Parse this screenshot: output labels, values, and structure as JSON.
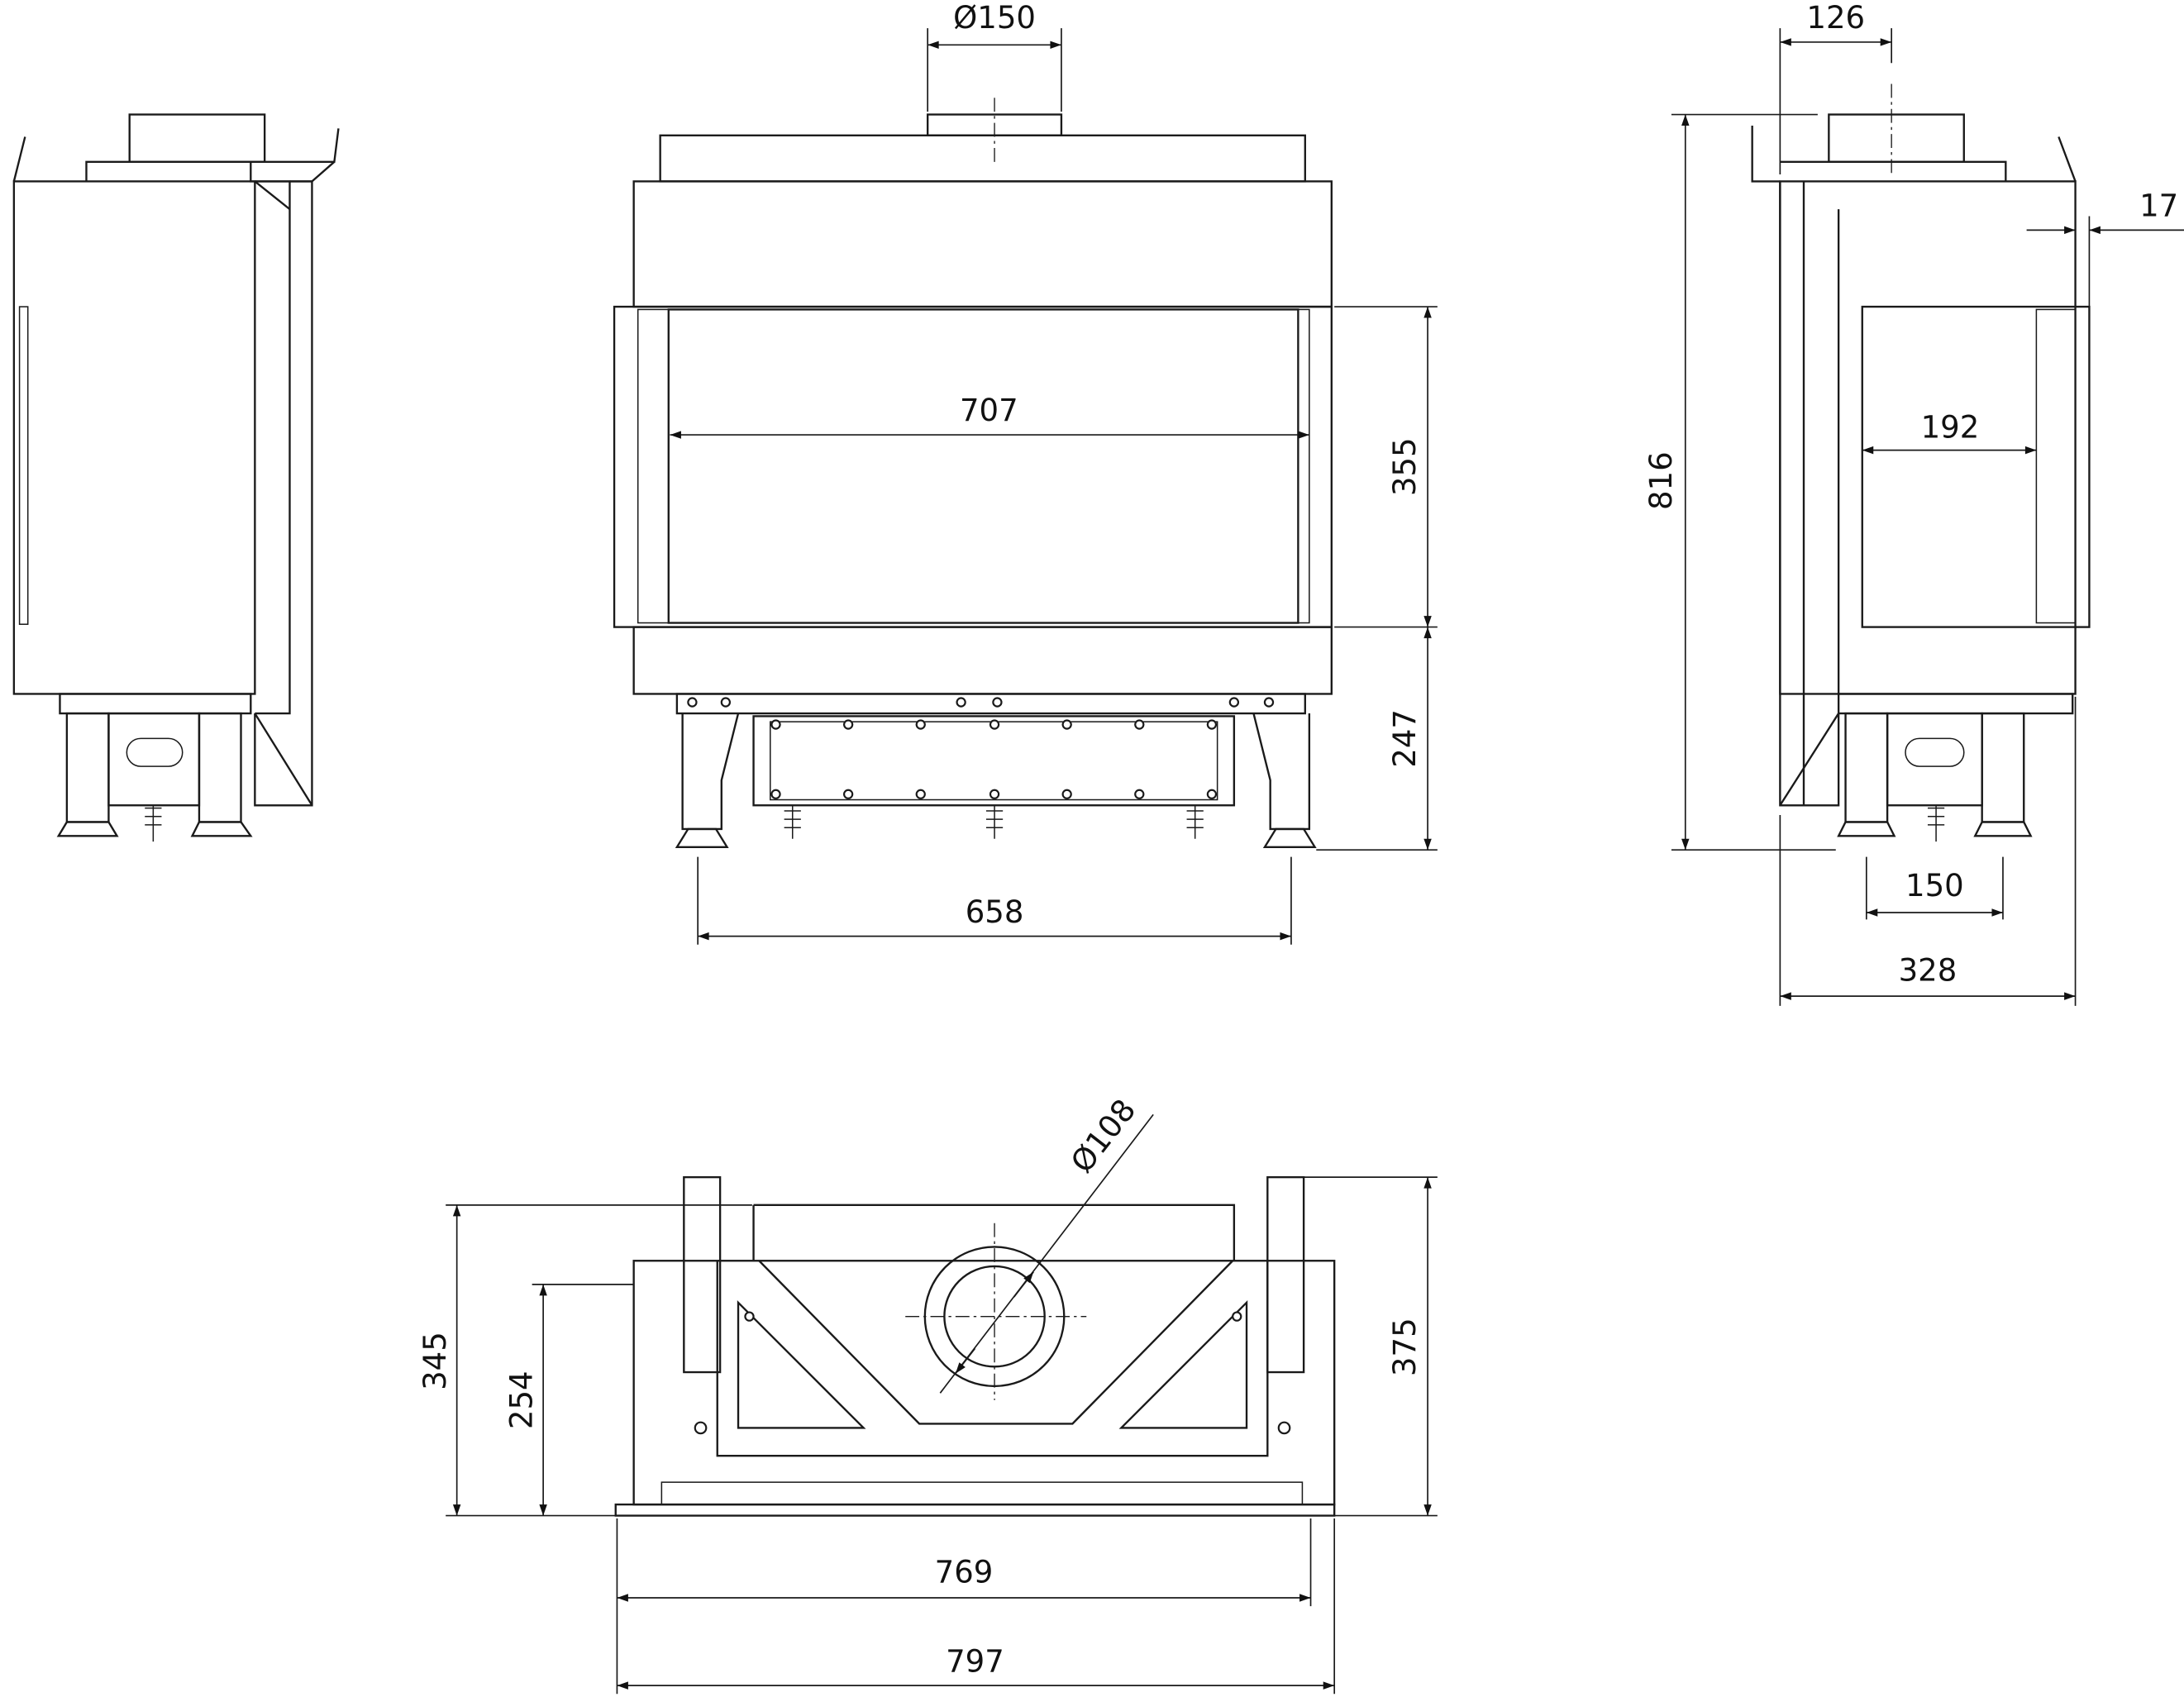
{
  "drawing": {
    "front_view": {
      "flue_diameter": "Ø150",
      "glass_width": "707",
      "glass_height": "355",
      "base_height": "247",
      "leg_span": "658"
    },
    "side_view": {
      "flue_offset": "126",
      "side_offset": "17",
      "total_height": "816",
      "side_glass_width": "192",
      "leg_span": "150",
      "depth": "328"
    },
    "top_view": {
      "outlet_diameter": "Ø108",
      "depth_outer": "345",
      "depth_inner": "254",
      "depth_total": "375",
      "width_inner": "769",
      "width_total": "797"
    }
  }
}
